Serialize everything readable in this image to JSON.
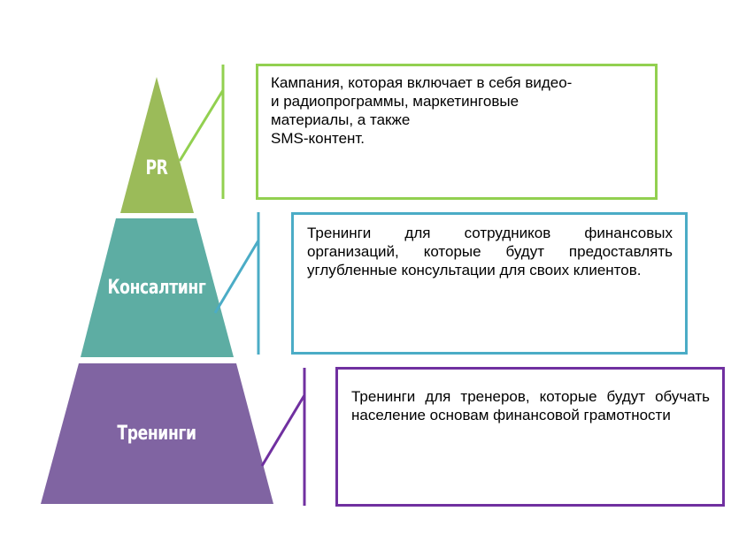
{
  "colors": {
    "pr": "#9bbb59",
    "consulting": "#5dada3",
    "trainings": "#8064a2",
    "pr_border": "#92d050",
    "consulting_border": "#4bacc6",
    "trainings_border": "#7030a0"
  },
  "levels": [
    {
      "label": "PR",
      "description": "Кампания, которая включает в себя видео- и радиопрограммы, маркетинговые материалы, а также SMS-контент."
    },
    {
      "label": "Консалтинг",
      "description": "Тренинги для сотрудников финансовых организаций, которые будут предоставлять углубленные консультации для своих клиентов."
    },
    {
      "label": "Тренинги",
      "description": "Тренинги для тренеров, которые будут обучать население основам финансовой грамотности"
    }
  ],
  "pr_lines": [
    "Кампания, которая включает в себя видео-",
    "и радиопрограммы, маркетинговые",
    "материалы, а также",
    "SMS-контент."
  ]
}
